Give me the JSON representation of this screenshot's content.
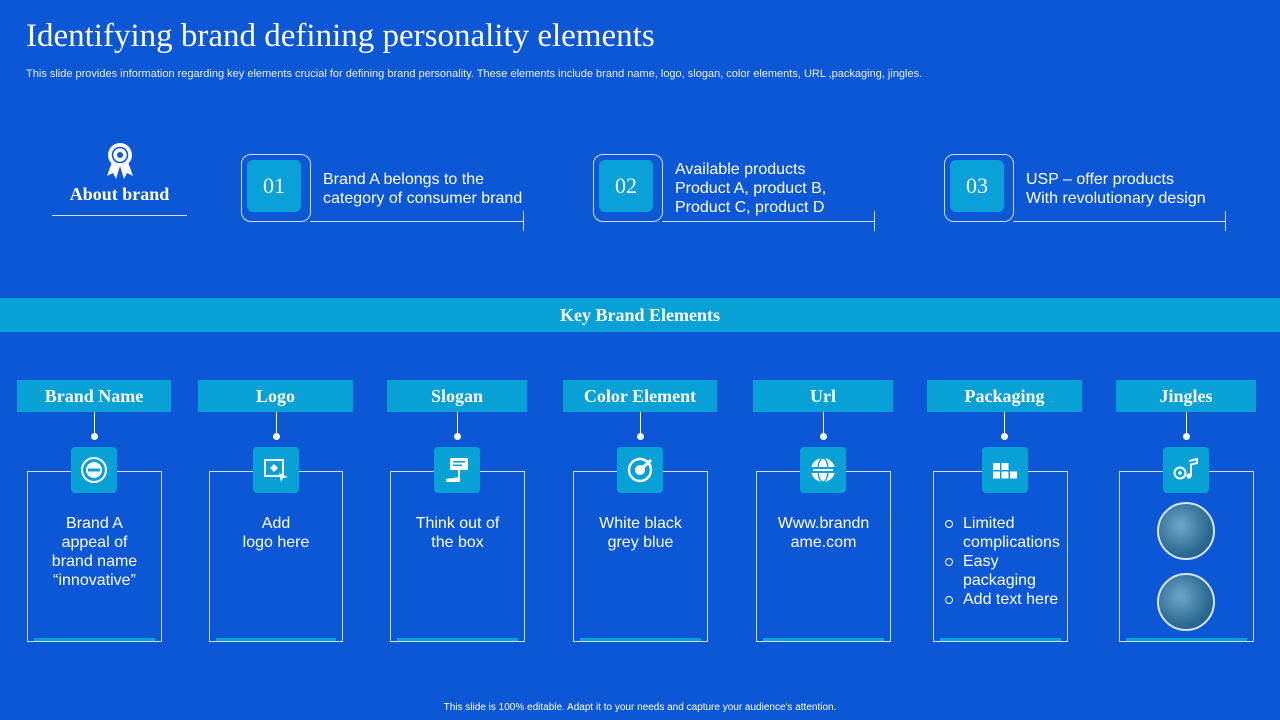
{
  "title": "Identifying brand defining personality elements",
  "subtitle": "This slide provides information regarding key elements crucial for defining brand personality. These elements include brand name, logo, slogan, color elements, URL ,packaging, jingles.",
  "about": {
    "label": "About brand",
    "icon": "ribbon-badge-icon"
  },
  "items": [
    {
      "num": "01",
      "lines": [
        "Brand A belongs to the",
        "category of consumer brand"
      ]
    },
    {
      "num": "02",
      "lines": [
        "Available products",
        "Product A, product B,",
        "Product C, product D"
      ]
    },
    {
      "num": "03",
      "lines": [
        "USP – offer products",
        "With revolutionary  design"
      ]
    }
  ],
  "band_label": "Key Brand Elements",
  "elements": [
    {
      "head": "Brand Name",
      "icon": "brand-badge-icon",
      "lines": [
        "Brand A",
        "appeal of",
        "brand name",
        "“innovative”"
      ]
    },
    {
      "head": "Logo",
      "icon": "logo-design-icon",
      "lines": [
        "Add",
        "logo here"
      ]
    },
    {
      "head": "Slogan",
      "icon": "signboard-icon",
      "lines": [
        "Think out of",
        "the box"
      ]
    },
    {
      "head": "Color Element",
      "icon": "color-palette-icon",
      "lines": [
        "White black",
        "grey blue"
      ]
    },
    {
      "head": "Url",
      "icon": "globe-www-icon",
      "lines": [
        "Www.brandn",
        "ame.com"
      ]
    },
    {
      "head": "Packaging",
      "icon": "boxes-icon",
      "bullets": [
        "Limited complications",
        "Easy packaging",
        "Add text here"
      ]
    },
    {
      "head": "Jingles",
      "icon": "music-note-icon"
    }
  ],
  "footer": "This slide is 100% editable.  Adapt it to your needs and capture your audience's attention.",
  "colors": {
    "background": "#0b57d6",
    "accent": "#07a1d5",
    "line": "#cfe0ff"
  }
}
